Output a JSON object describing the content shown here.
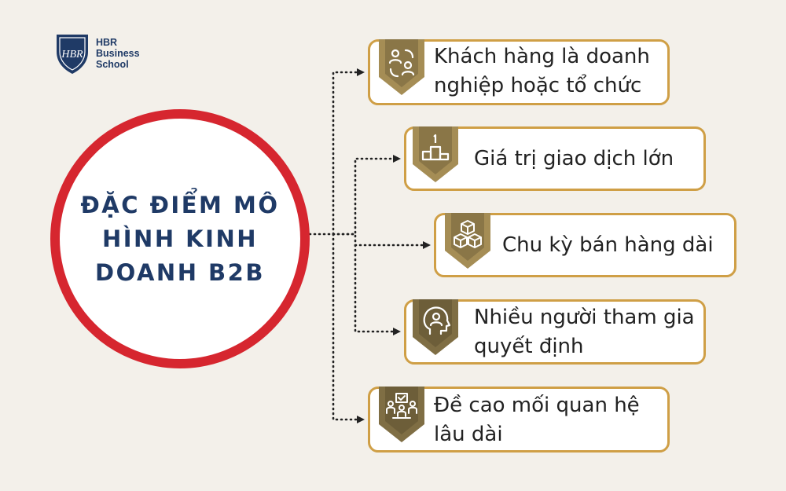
{
  "logo": {
    "line1": "HBR",
    "line2": "Business",
    "line3": "School",
    "monogram": "HBR"
  },
  "center": {
    "title": "ĐẶC ĐIỂM MÔ HÌNH KINH DOANH B2B"
  },
  "items": [
    {
      "line1": "Khách hàng là doanh",
      "line2": "nghiệp hoặc tổ chức",
      "icon": "user-exchange-icon"
    },
    {
      "line1": "Giá trị giao dịch lớn",
      "icon": "podium-icon"
    },
    {
      "line1": "Chu kỳ bán hàng dài",
      "icon": "cubes-icon"
    },
    {
      "line1": "Nhiều người tham gia",
      "line2": "quyết định",
      "icon": "head-user-icon"
    },
    {
      "line1": "Đề cao mối quan hệ",
      "line2": "lâu dài",
      "icon": "team-meeting-icon"
    }
  ],
  "colors": {
    "background": "#f3f0ea",
    "circle_border": "#d6262f",
    "navy": "#1f3a66",
    "gold": "#cf9f46",
    "badge_fill": "#a58d55",
    "badge_dark": "#7f6e44"
  }
}
